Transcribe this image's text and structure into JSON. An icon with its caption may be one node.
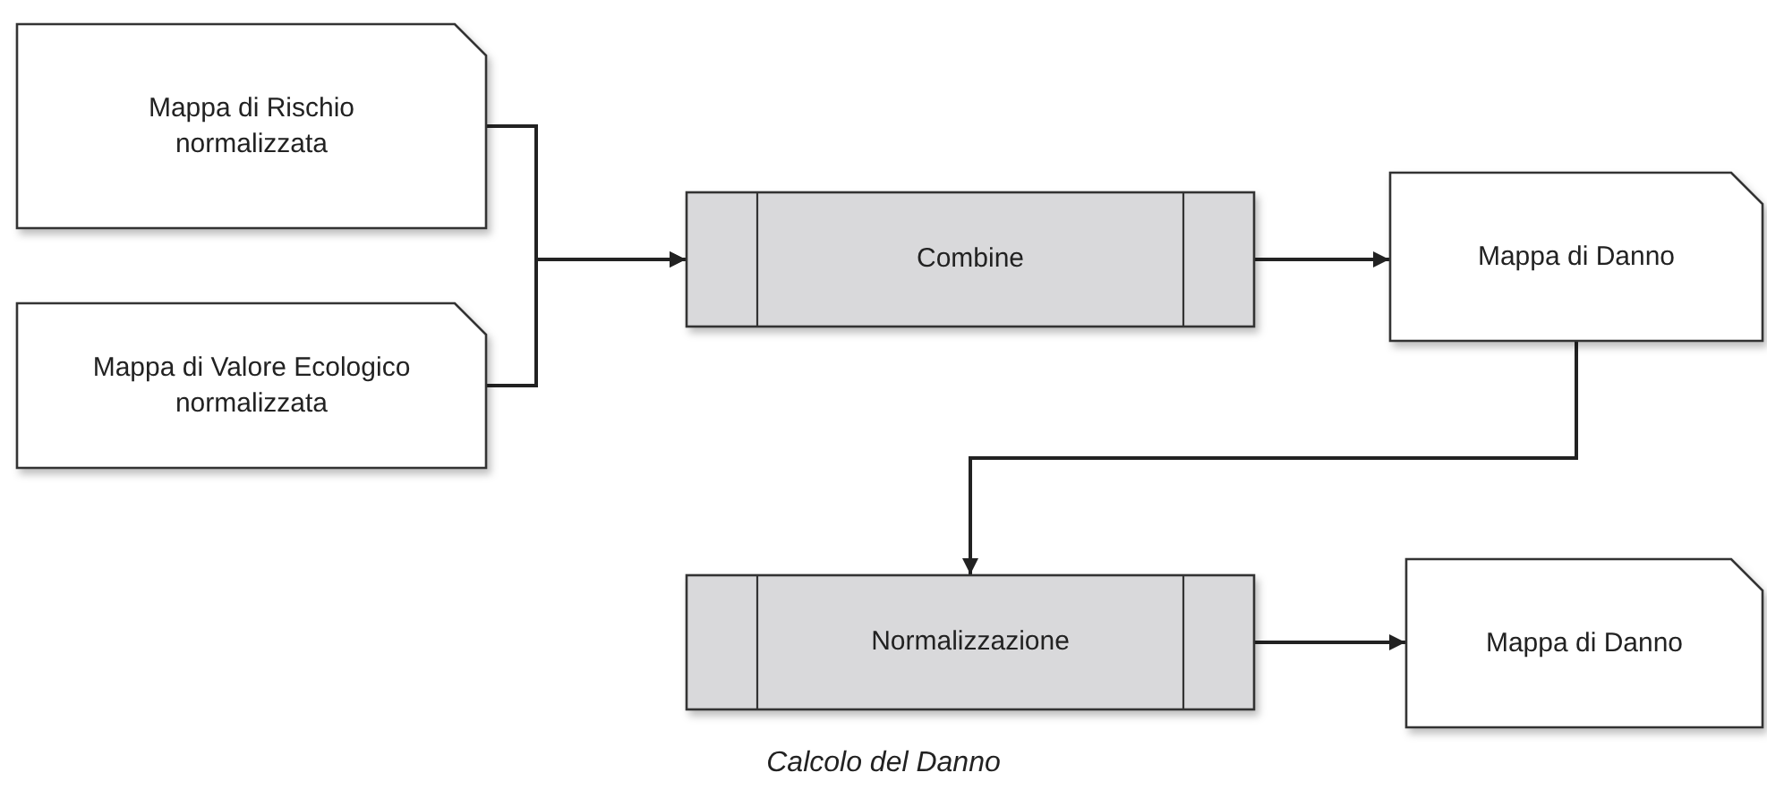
{
  "diagram": {
    "caption": "Calcolo del Danno",
    "nodes": [
      {
        "text": [
          "Mappa di Rischio normalizzata"
        ]
      },
      {
        "text": [
          "Mappa di Valore Ecologico normalizzata"
        ]
      },
      {
        "text": [
          "Combine"
        ]
      },
      {
        "text": [
          "Mappa di Danno"
        ]
      },
      {
        "text": [
          "Normalizzazione"
        ]
      },
      {
        "text": [
          "Mappa di Danno"
        ]
      }
    ],
    "edges": [
      {
        "from": 0,
        "to": 2,
        "arrow": "to"
      },
      {
        "from": 1,
        "to": 2,
        "arrow": "to"
      },
      {
        "from": 2,
        "to": 3,
        "arrow": "to"
      },
      {
        "from": 3,
        "to": 4,
        "arrow": "to"
      },
      {
        "from": 4,
        "to": 5,
        "arrow": "to"
      }
    ]
  }
}
